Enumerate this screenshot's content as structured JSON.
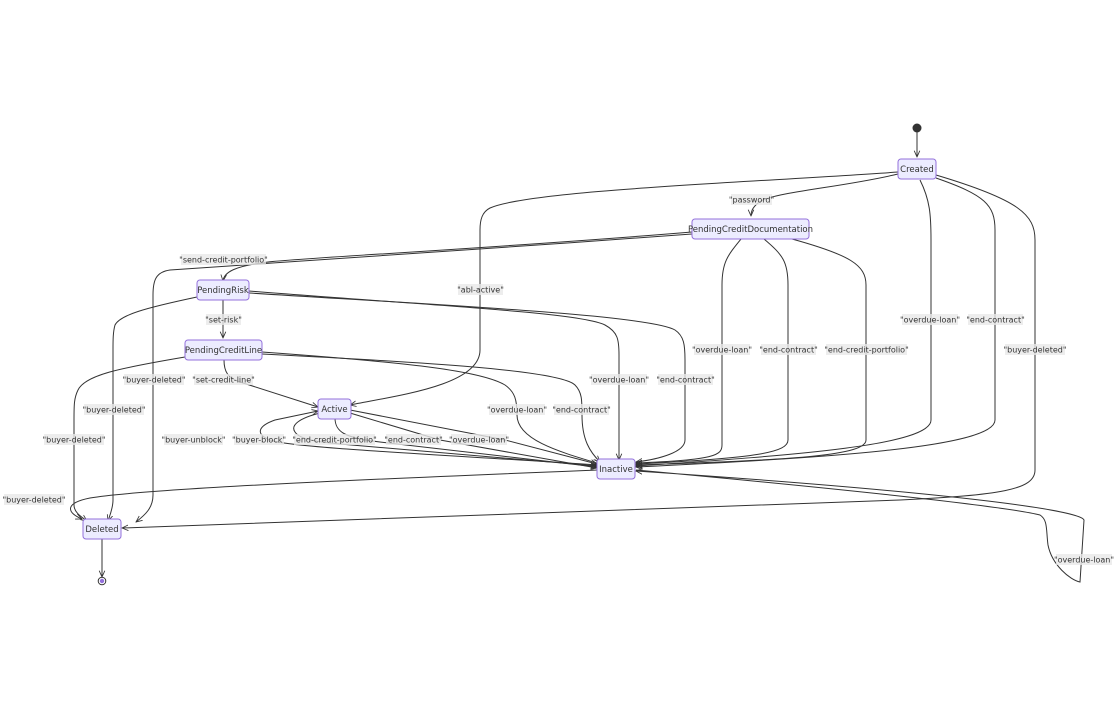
{
  "diagram": {
    "type": "state-diagram",
    "colors": {
      "node_fill": "#ECECFF",
      "node_border": "#9370DB",
      "edge": "#333333",
      "label_bg": "#E8E8E8",
      "start": "#333333",
      "end_inner": "#9370DB"
    },
    "states": [
      {
        "id": "Created",
        "label": "Created"
      },
      {
        "id": "PendingCreditDocumentation",
        "label": "PendingCreditDocumentation"
      },
      {
        "id": "PendingRisk",
        "label": "PendingRisk"
      },
      {
        "id": "PendingCreditLine",
        "label": "PendingCreditLine"
      },
      {
        "id": "Active",
        "label": "Active"
      },
      {
        "id": "Inactive",
        "label": "Inactive"
      },
      {
        "id": "Deleted",
        "label": "Deleted"
      }
    ],
    "start_state": "start-icon",
    "end_state": "end-icon",
    "transitions": [
      {
        "from": "[*]",
        "to": "Created",
        "label": ""
      },
      {
        "from": "Created",
        "to": "PendingCreditDocumentation",
        "label": "\"password\""
      },
      {
        "from": "Created",
        "to": "Active",
        "label": "\"abl-active\""
      },
      {
        "from": "Created",
        "to": "Inactive",
        "label": "\"overdue-loan\""
      },
      {
        "from": "Created",
        "to": "Inactive",
        "label": "\"end-contract\""
      },
      {
        "from": "Created",
        "to": "Deleted",
        "label": "\"buyer-deleted\""
      },
      {
        "from": "PendingCreditDocumentation",
        "to": "PendingRisk",
        "label": "\"send-credit-portfolio\""
      },
      {
        "from": "PendingCreditDocumentation",
        "to": "Inactive",
        "label": "\"overdue-loan\""
      },
      {
        "from": "PendingCreditDocumentation",
        "to": "Inactive",
        "label": "\"end-contract\""
      },
      {
        "from": "PendingCreditDocumentation",
        "to": "Inactive",
        "label": "\"end-credit-portfolio\""
      },
      {
        "from": "PendingCreditDocumentation",
        "to": "Deleted",
        "label": "\"buyer-deleted\""
      },
      {
        "from": "PendingRisk",
        "to": "PendingCreditLine",
        "label": "\"set-risk\""
      },
      {
        "from": "PendingRisk",
        "to": "Inactive",
        "label": "\"overdue-loan\""
      },
      {
        "from": "PendingRisk",
        "to": "Inactive",
        "label": "\"end-contract\""
      },
      {
        "from": "PendingRisk",
        "to": "Deleted",
        "label": "\"buyer-deleted\""
      },
      {
        "from": "PendingCreditLine",
        "to": "Active",
        "label": "\"set-credit-line\""
      },
      {
        "from": "PendingCreditLine",
        "to": "Inactive",
        "label": "\"overdue-loan\""
      },
      {
        "from": "PendingCreditLine",
        "to": "Inactive",
        "label": "\"end-contract\""
      },
      {
        "from": "PendingCreditLine",
        "to": "Deleted",
        "label": "\"buyer-deleted\""
      },
      {
        "from": "Inactive",
        "to": "Active",
        "label": "\"buyer-unblock\""
      },
      {
        "from": "Active",
        "to": "Inactive",
        "label": "\"buyer-block\""
      },
      {
        "from": "Active",
        "to": "Inactive",
        "label": "\"end-credit-portfolio\""
      },
      {
        "from": "Active",
        "to": "Inactive",
        "label": "\"end-contract\""
      },
      {
        "from": "Active",
        "to": "Inactive",
        "label": "\"overdue-loan\""
      },
      {
        "from": "Inactive",
        "to": "Deleted",
        "label": "\"buyer-deleted\""
      },
      {
        "from": "Inactive",
        "to": "Inactive",
        "label": "\"overdue-loan\""
      },
      {
        "from": "Deleted",
        "to": "[*]",
        "label": ""
      }
    ]
  }
}
